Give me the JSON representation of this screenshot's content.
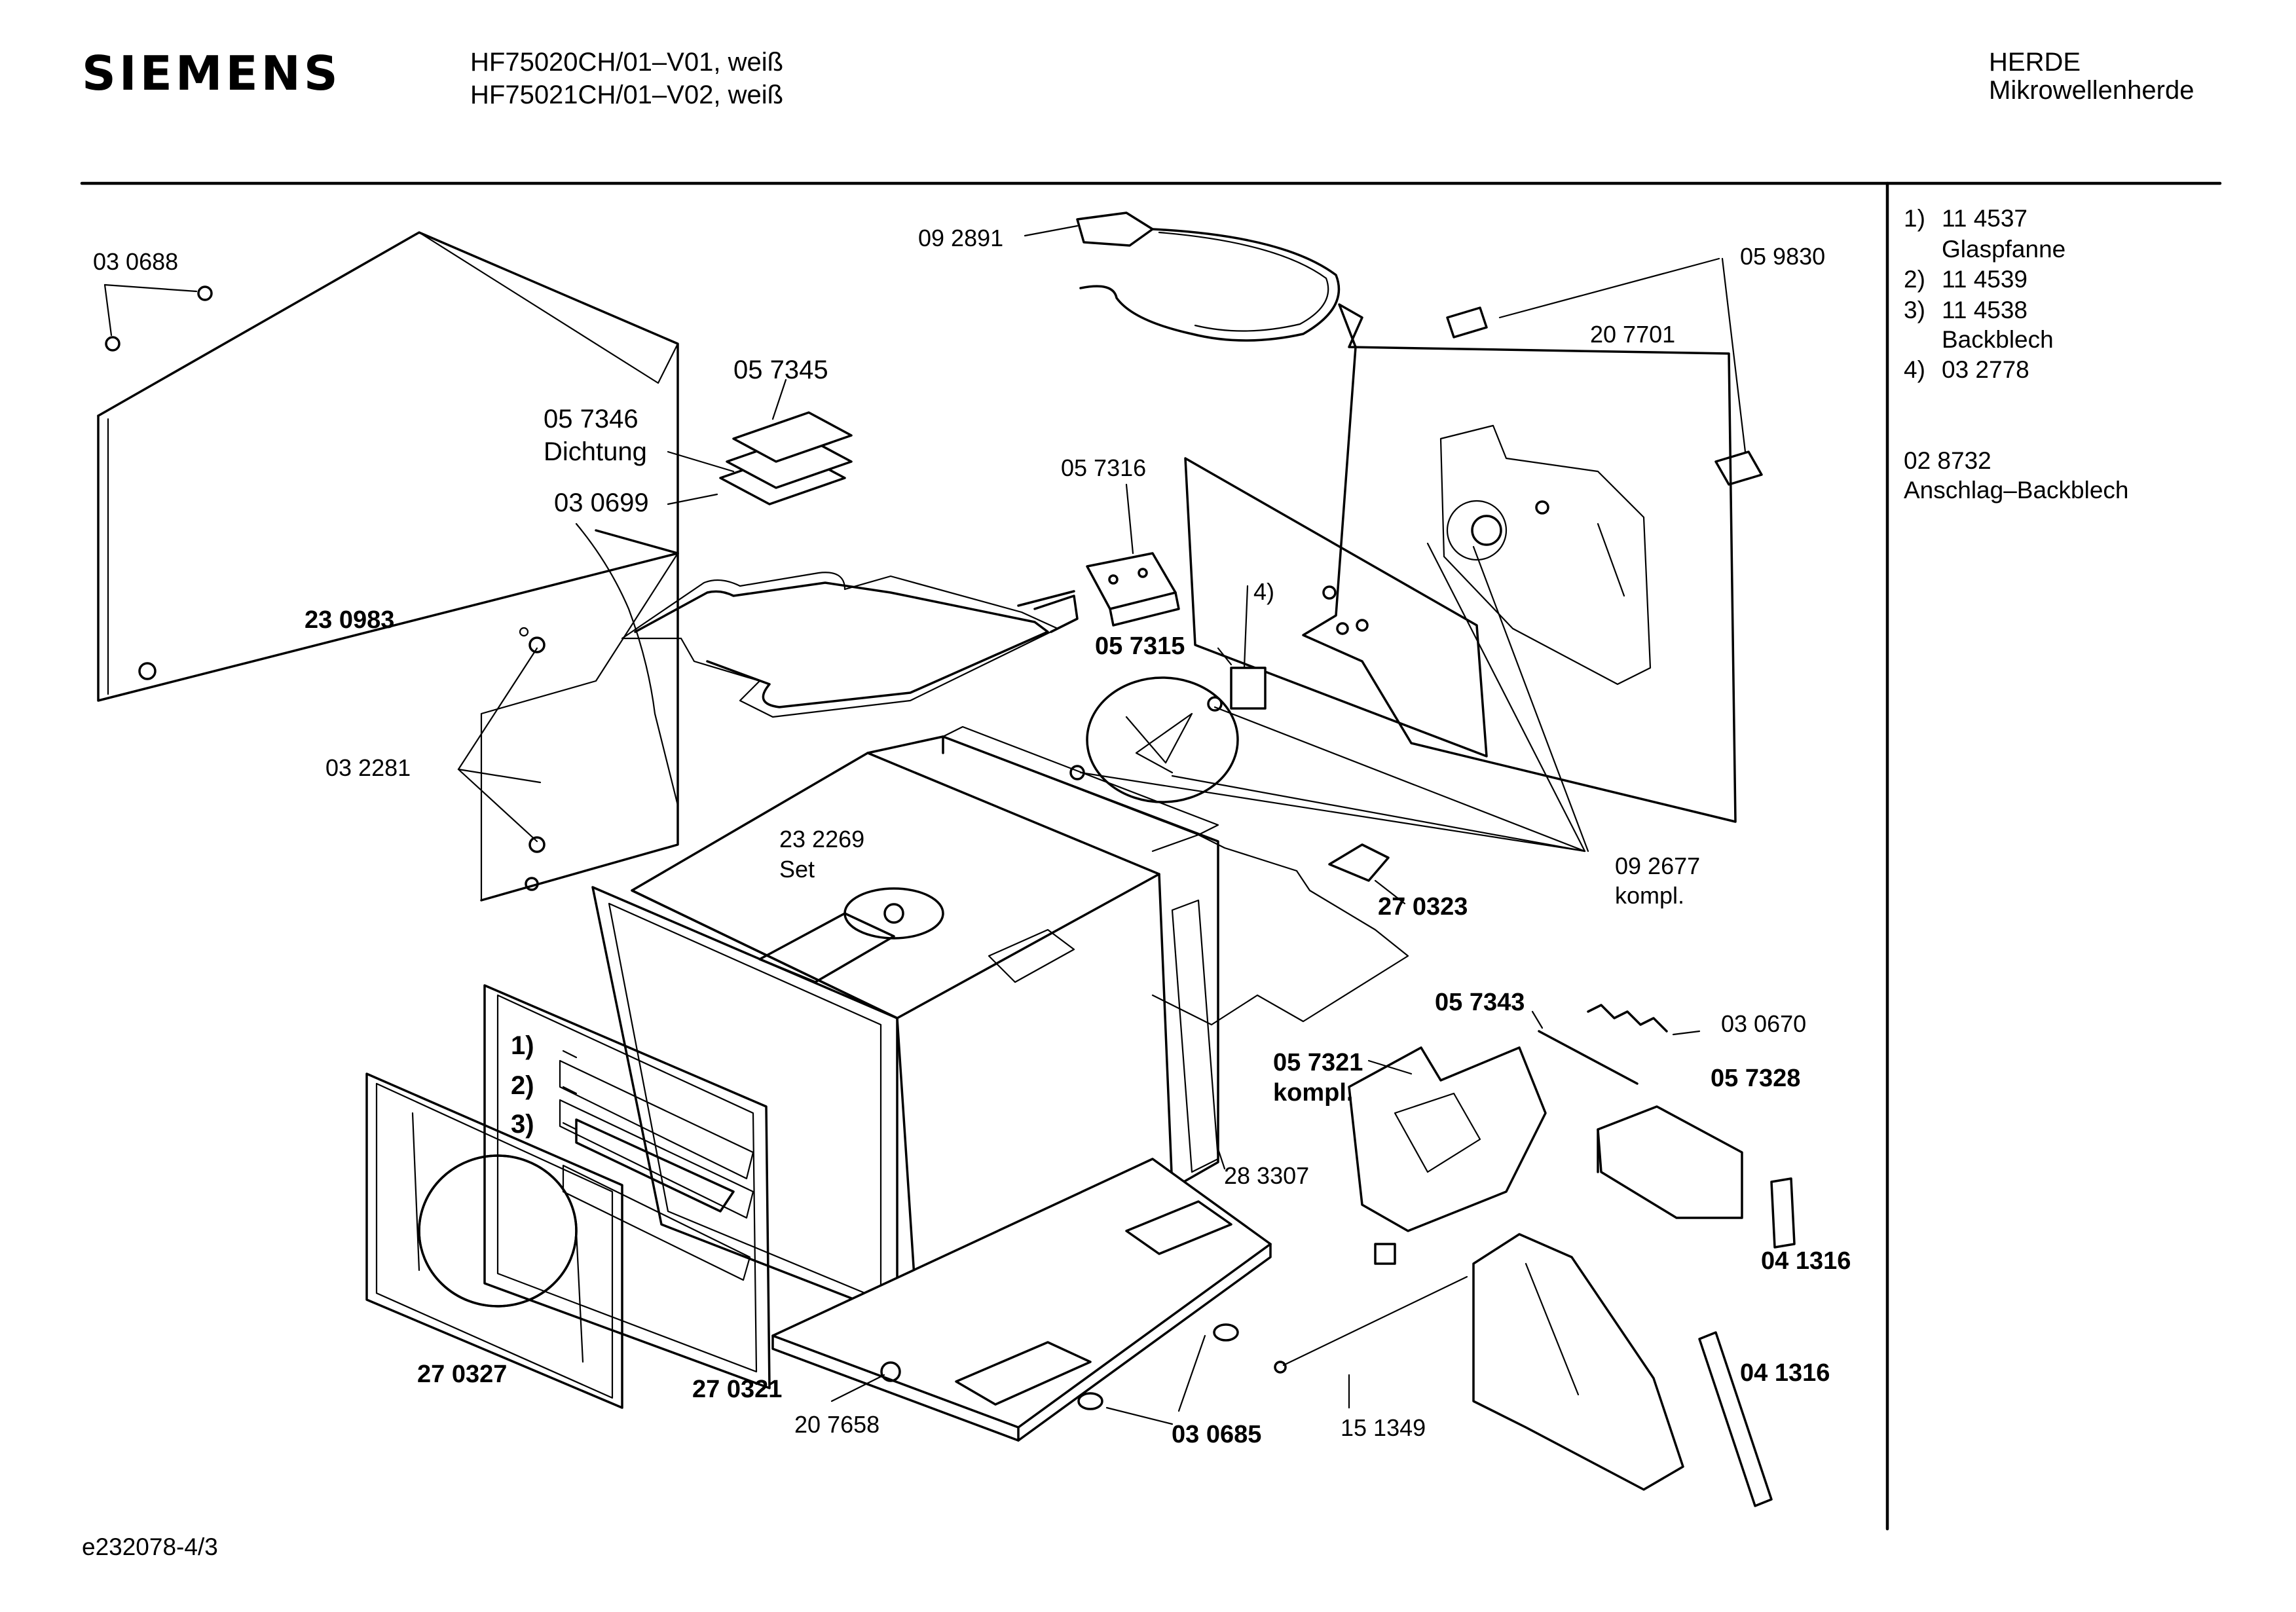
{
  "header": {
    "brand": "SIEMENS",
    "model_line_1": "HF75020CH/01–V01, weiß",
    "model_line_2": "HF75021CH/01–V02, weiß",
    "category": "HERDE",
    "subcategory": "Mikrowellenherde"
  },
  "footer": {
    "doc_id": "e232078-4/3"
  },
  "sidebar": {
    "items": [
      {
        "index": "1)",
        "part": "11 4537",
        "desc": "Glaspfanne"
      },
      {
        "index": "2)",
        "part": "11 4539",
        "desc": ""
      },
      {
        "index": "3)",
        "part": "11 4538",
        "desc": "Backblech"
      },
      {
        "index": "4)",
        "part": "03 2778",
        "desc": ""
      }
    ],
    "extra_part": "02 8732",
    "extra_desc": "Anschlag–Backblech"
  },
  "labels": {
    "p030688": "03 0688",
    "p092891": "09 2891",
    "p059830": "05 9830",
    "p207701": "20 7701",
    "p057345": "05 7345",
    "p057346": "05 7346",
    "dichtung": "Dichtung",
    "p030699": "03 0699",
    "p057316": "05 7316",
    "p230983": "23 0983",
    "p057315": "05 7315",
    "m4": "4)",
    "p032281": "03 2281",
    "p232269": "23 2269",
    "set": "Set",
    "p092677": "09 2677",
    "kompl_a": "kompl.",
    "p270323": "27 0323",
    "p057343": "05 7343",
    "p030670": "03 0670",
    "p057321": "05 7321",
    "kompl_b": "kompl.",
    "p057328": "05 7328",
    "m1": "1)",
    "m2": "2)",
    "m3": "3)",
    "p283307": "28 3307",
    "p041316a": "04 1316",
    "p041316b": "04 1316",
    "p270327": "27 0327",
    "p270321": "27 0321",
    "p207658": "20 7658",
    "p030685": "03 0685",
    "p151349": "15 1349"
  }
}
